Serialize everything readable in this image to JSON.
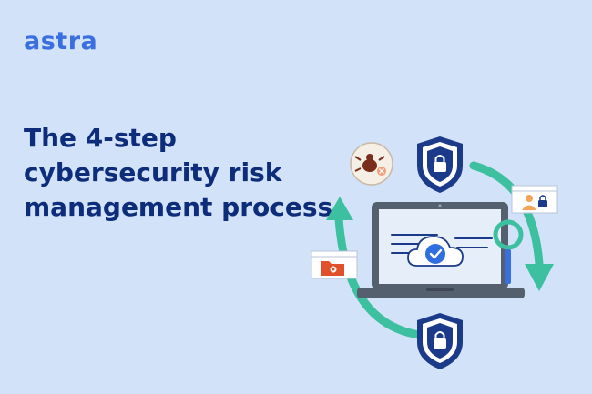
{
  "brand": {
    "logo_text": "astra"
  },
  "headline": {
    "line1": "The 4-step",
    "line2": "cybersecurity risk",
    "line3": "management process"
  },
  "colors": {
    "background": "#d2e2f8",
    "brand_blue": "#3a6fe0",
    "headline_navy": "#0d2c7a",
    "arrow_teal": "#3cc0a0",
    "shield_navy": "#1b3a8a",
    "folder_red": "#e0502a"
  },
  "icons": [
    "bug-icon",
    "shield-lock-icon",
    "user-lock-card-icon",
    "folder-gear-card-icon",
    "laptop-icon",
    "cloud-check-icon",
    "magnifier-icon",
    "cycle-arrow-icon"
  ]
}
